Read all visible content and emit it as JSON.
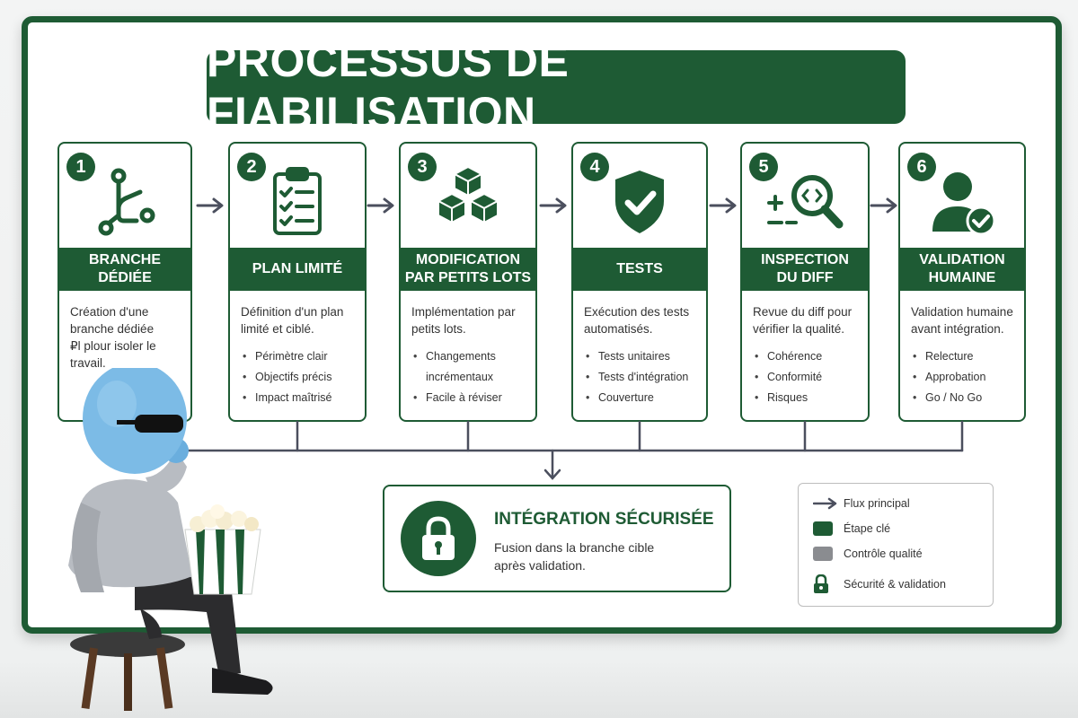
{
  "title": "PROCESSUS DE FIABILISATION",
  "colors": {
    "primary": "#1e5b34",
    "gray": "#8a8c90",
    "arrow": "#4b4f5e"
  },
  "steps": [
    {
      "num": "1",
      "icon": "branch-icon",
      "title_lines": [
        "BRANCHE",
        "DÉDIÉE"
      ],
      "desc_lines": [
        "Création d'une",
        "branche dédiée",
        "₽l plour isoler le",
        "travail."
      ],
      "bullets": []
    },
    {
      "num": "2",
      "icon": "clipboard-checklist-icon",
      "title_lines": [
        "PLAN LIMITÉ"
      ],
      "desc_lines": [
        "Définition d'un plan",
        "limité et ciblé."
      ],
      "bullets": [
        "Périmètre clair",
        "Objectifs précis",
        "Impact maîtrisé"
      ]
    },
    {
      "num": "3",
      "icon": "cubes-icon",
      "title_lines": [
        "MODIFICATION",
        "PAR PETITS LOTS"
      ],
      "desc_lines": [
        "Implémentation par",
        "petits lots."
      ],
      "bullets": [
        "Changements",
        "incrémentaux",
        "Facile à réviser"
      ]
    },
    {
      "num": "4",
      "icon": "shield-check-icon",
      "title_lines": [
        "TESTS"
      ],
      "desc_lines": [
        "Exécution des tests",
        "automatisés."
      ],
      "bullets": [
        "Tests unitaires",
        "Tests d'intégration",
        "Couverture"
      ]
    },
    {
      "num": "5",
      "icon": "diff-magnifier-icon",
      "title_lines": [
        "INSPECTION",
        "DU DIFF"
      ],
      "desc_lines": [
        "Revue du diff pour",
        "vérifier la qualité."
      ],
      "bullets": [
        "Cohérence",
        "Conformité",
        "Risques"
      ]
    },
    {
      "num": "6",
      "icon": "user-check-icon",
      "title_lines": [
        "VALIDATION",
        "HUMAINE"
      ],
      "desc_lines": [
        "Validation humaine",
        "avant intégration."
      ],
      "bullets": [
        "Relecture",
        "Approbation",
        "Go / No Go"
      ]
    }
  ],
  "integration": {
    "icon": "padlock-icon",
    "title": "INTÉGRATION SÉCURISÉE",
    "desc_lines": [
      "Fusion dans la branche cible",
      "après validation."
    ]
  },
  "legend": [
    {
      "symbol": "arrow-icon",
      "label": "Flux principal"
    },
    {
      "symbol": "green-swatch",
      "label": "Étape clé"
    },
    {
      "symbol": "gray-swatch",
      "label": "Contrôle qualité"
    },
    {
      "symbol": "padlock-icon",
      "label": "Sécurité & validation"
    }
  ]
}
